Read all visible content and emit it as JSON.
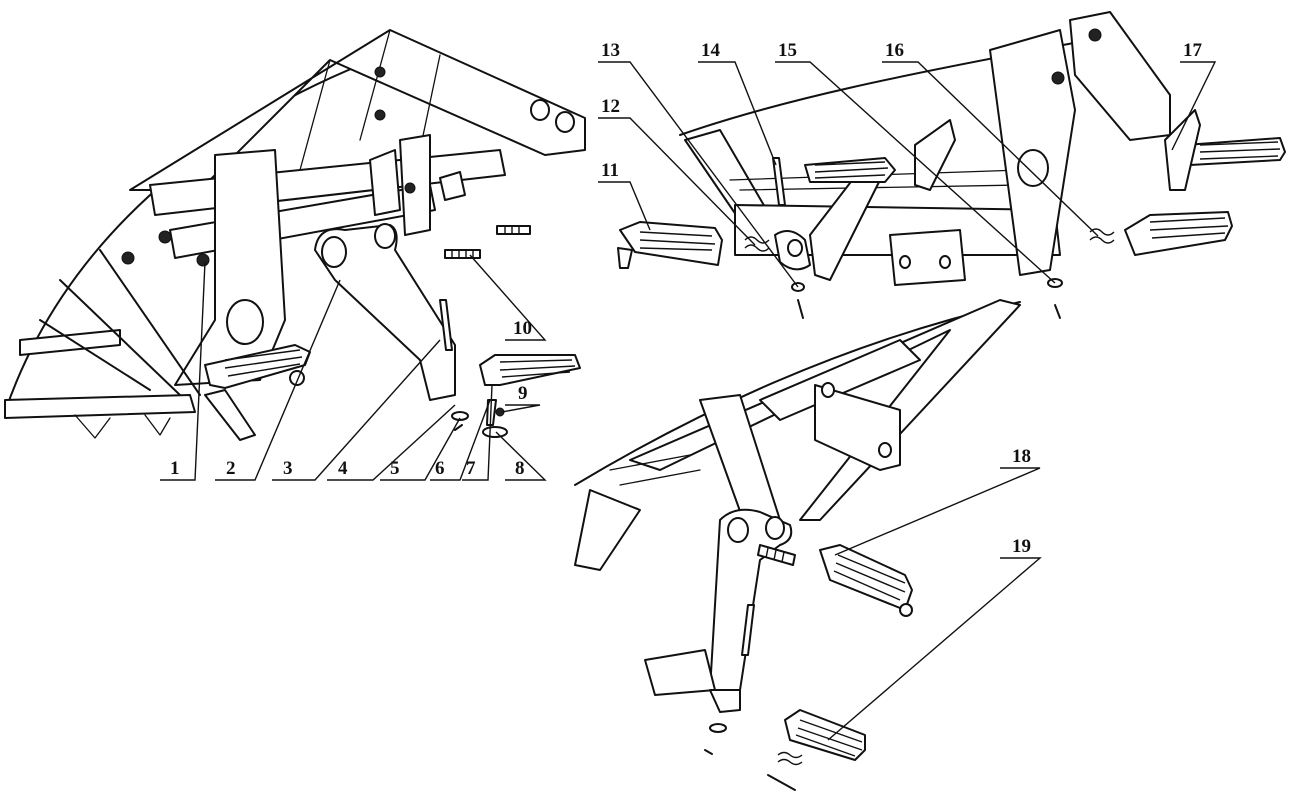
{
  "callouts": [
    {
      "id": "1",
      "label": "1"
    },
    {
      "id": "2",
      "label": "2"
    },
    {
      "id": "3",
      "label": "3"
    },
    {
      "id": "4",
      "label": "4"
    },
    {
      "id": "5",
      "label": "5"
    },
    {
      "id": "6",
      "label": "6"
    },
    {
      "id": "7",
      "label": "7"
    },
    {
      "id": "8",
      "label": "8"
    },
    {
      "id": "9",
      "label": "9"
    },
    {
      "id": "10",
      "label": "10"
    },
    {
      "id": "11",
      "label": "11"
    },
    {
      "id": "12",
      "label": "12"
    },
    {
      "id": "13",
      "label": "13"
    },
    {
      "id": "14",
      "label": "14"
    },
    {
      "id": "15",
      "label": "15"
    },
    {
      "id": "16",
      "label": "16"
    },
    {
      "id": "17",
      "label": "17"
    },
    {
      "id": "18",
      "label": "18"
    },
    {
      "id": "19",
      "label": "19"
    }
  ],
  "colors": {
    "line": "#111111",
    "background": "#ffffff"
  }
}
